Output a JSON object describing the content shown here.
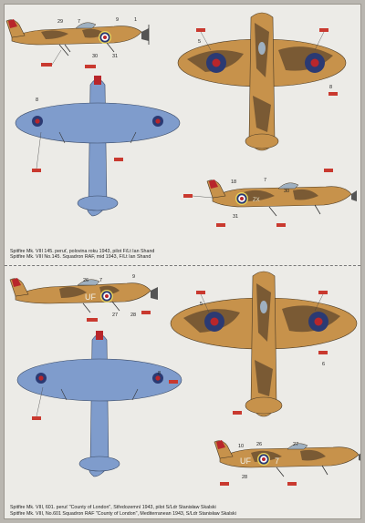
{
  "colors": {
    "sand": "#c7924b",
    "brown": "#7a5a34",
    "azure": "#7f9ccc",
    "roundel_blue": "#2b3a73",
    "roundel_red": "#b8262b",
    "tag_red": "#c9392f"
  },
  "section1": {
    "caption_cz": "Spitfire Mk. VIII 145. peruť, polovina roku 1943, pilot F/Lt Ian Shand",
    "caption_en": "Spitfire Mk. VIII No.145. Squadron RAF, mid 1943, F/Lt Ian Shand",
    "side_callouts": [
      "29",
      "7",
      "9",
      "1",
      "30",
      "31"
    ],
    "top_callouts": [
      "5",
      "8"
    ],
    "bottom_callouts": [
      "8"
    ],
    "side2_callouts": [
      "18",
      "7",
      "30",
      "31"
    ]
  },
  "section2": {
    "caption_cz": "Spitfire Mk. VIII, 601. peruť \"County of London\", Středozemní 1943, pilot S/Ldr Stanisław Skalski",
    "caption_en": "Spitfire Mk. VIII, No.601 Squadron RAF \"County of London\", Mediterranean 1943, S/Ldr Stanisław Skalski",
    "codes": "UF",
    "code_letter": "7",
    "side_callouts": [
      "26",
      "7",
      "9",
      "27",
      "28"
    ],
    "side2_callouts": [
      "10",
      "26",
      "27",
      "28"
    ],
    "top_callouts": [
      "5",
      "6"
    ],
    "bottom_callouts": [
      "8"
    ]
  }
}
